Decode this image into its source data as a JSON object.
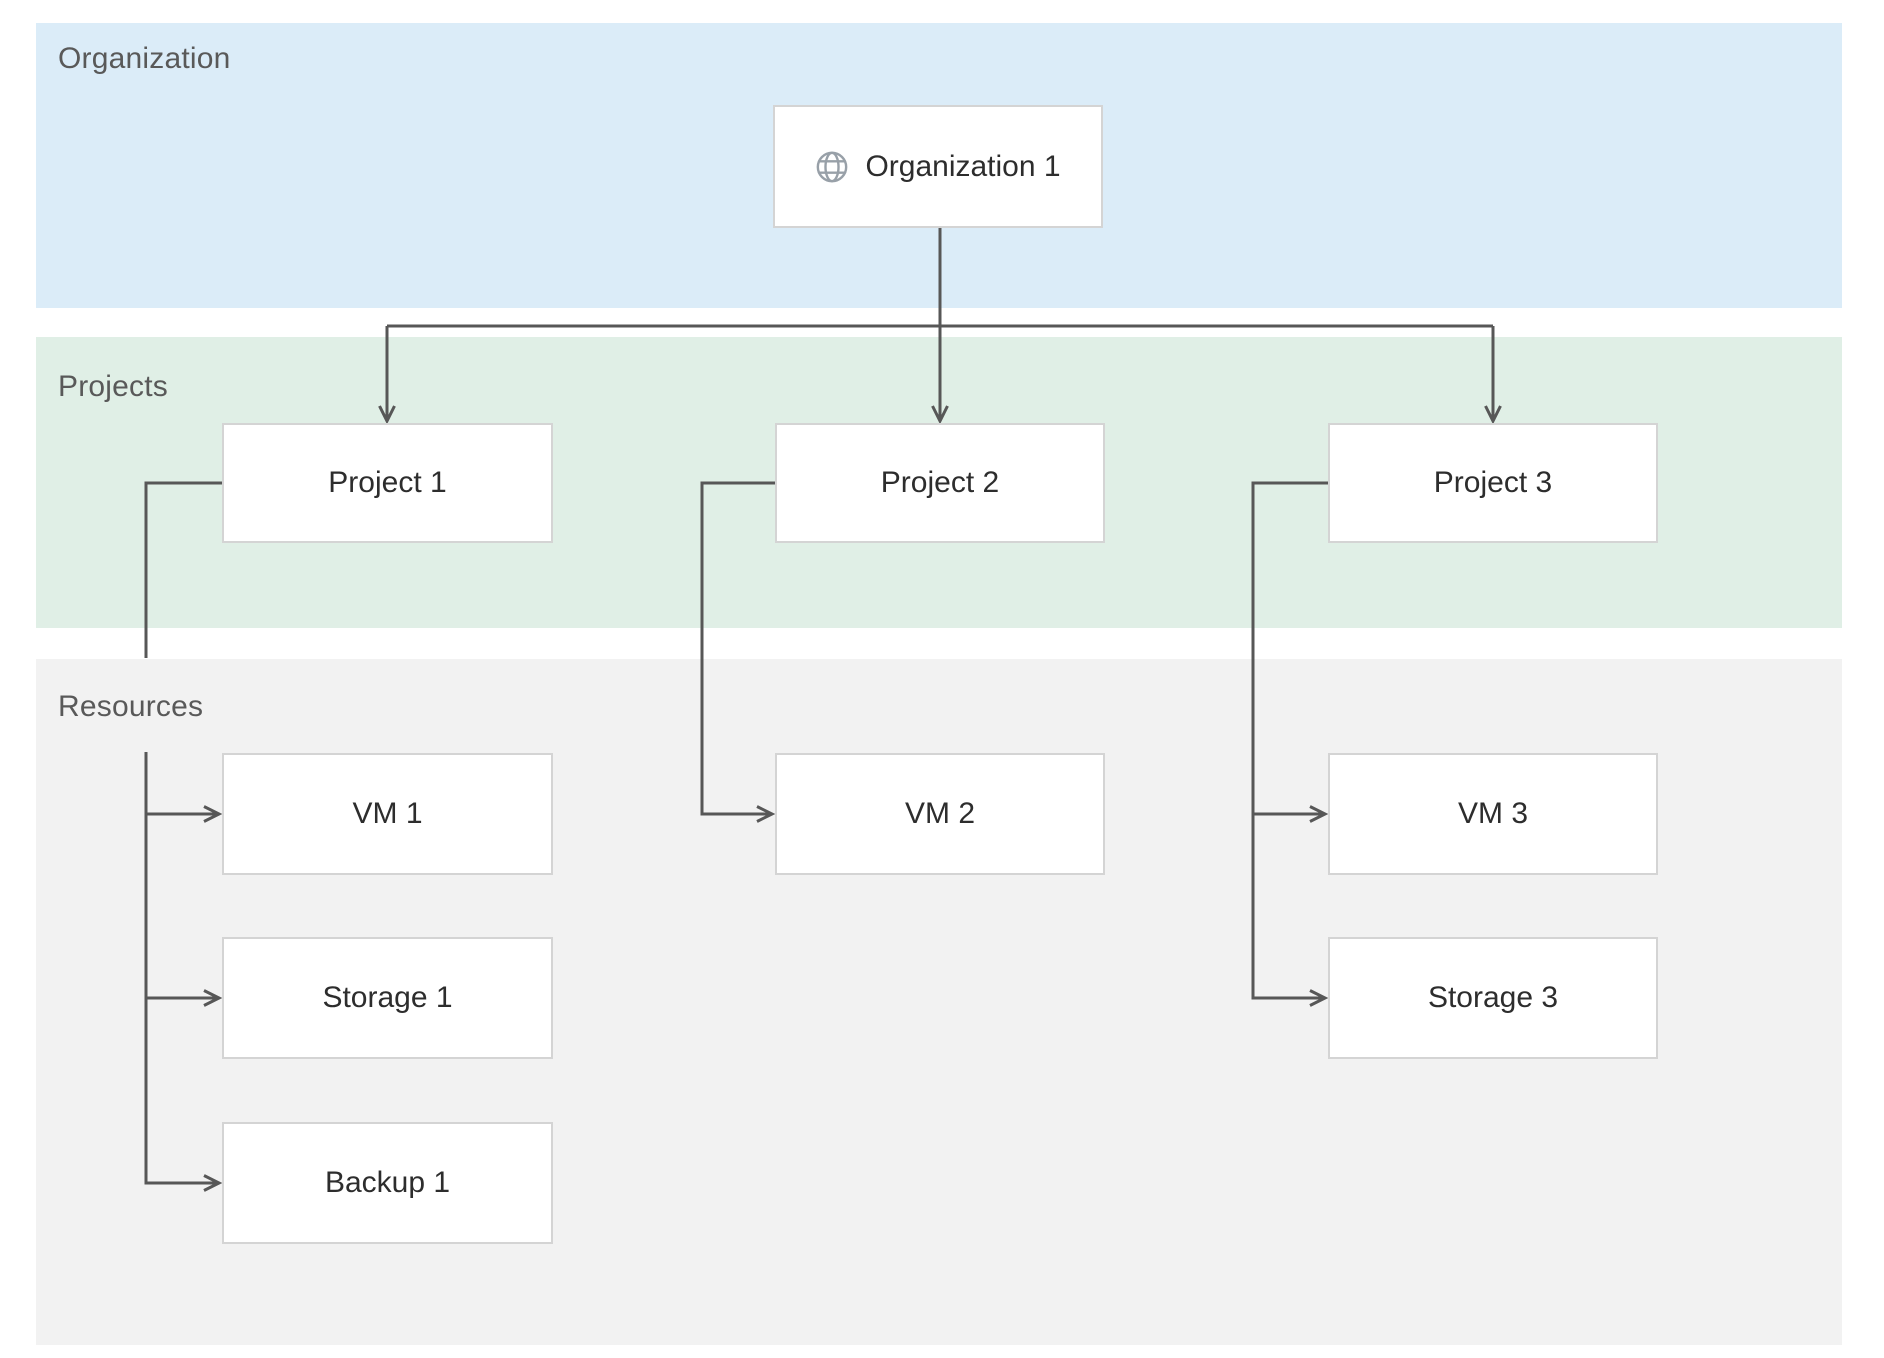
{
  "diagram": {
    "bands": {
      "organization": {
        "label": "Organization",
        "color": "#dbecf8"
      },
      "projects": {
        "label": "Projects",
        "color": "#e0efe6"
      },
      "resources": {
        "label": "Resources",
        "color": "#f2f2f2"
      }
    },
    "nodes": {
      "org1": {
        "label": "Organization 1",
        "icon": "globe-icon"
      },
      "project1": {
        "label": "Project 1"
      },
      "project2": {
        "label": "Project 2"
      },
      "project3": {
        "label": "Project 3"
      },
      "vm1": {
        "label": "VM 1"
      },
      "storage1": {
        "label": "Storage 1"
      },
      "backup1": {
        "label": "Backup 1"
      },
      "vm2": {
        "label": "VM 2"
      },
      "vm3": {
        "label": "VM 3"
      },
      "storage3": {
        "label": "Storage 3"
      }
    },
    "edges": [
      {
        "from": "org1",
        "to": "project1"
      },
      {
        "from": "org1",
        "to": "project2"
      },
      {
        "from": "org1",
        "to": "project3"
      },
      {
        "from": "project1",
        "to": "vm1"
      },
      {
        "from": "project1",
        "to": "storage1"
      },
      {
        "from": "project1",
        "to": "backup1"
      },
      {
        "from": "project2",
        "to": "vm2"
      },
      {
        "from": "project3",
        "to": "vm3"
      },
      {
        "from": "project3",
        "to": "storage3"
      }
    ],
    "colors": {
      "connector": "#575757",
      "box_border": "#d4d4d4",
      "box_text": "#2d2d2d",
      "band_label_text": "#595959",
      "globe_icon": "#98a0a8"
    }
  }
}
